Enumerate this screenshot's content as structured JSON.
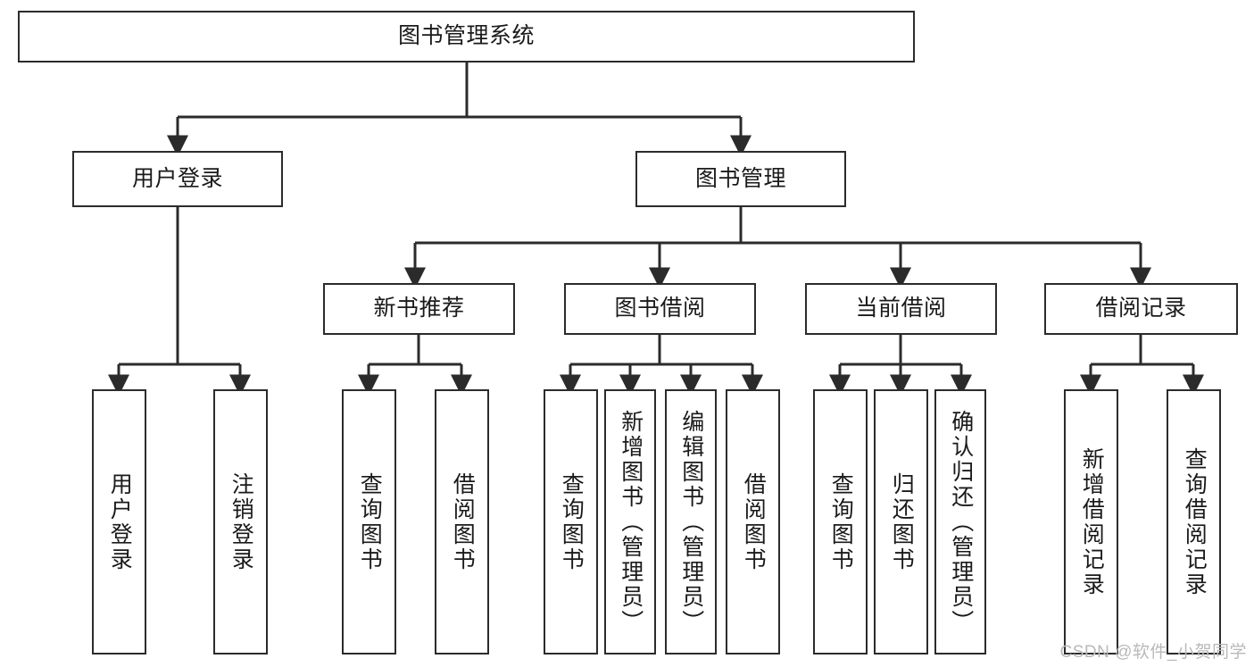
{
  "diagram": {
    "title": "图书管理系统",
    "watermark": "CSDN @软件_小贺同学",
    "line_color": "#2b2b2b",
    "box_fill": "#ffffff",
    "text_color": "#1a1a1a",
    "nodes": {
      "root": {
        "label": "图书管理系统"
      },
      "level2": [
        {
          "id": "user-login",
          "label": "用户登录"
        },
        {
          "id": "book-manage",
          "label": "图书管理"
        }
      ],
      "level3": [
        {
          "id": "new-book-recommend",
          "label": "新书推荐"
        },
        {
          "id": "book-borrow",
          "label": "图书借阅"
        },
        {
          "id": "current-borrow",
          "label": "当前借阅"
        },
        {
          "id": "borrow-record",
          "label": "借阅记录"
        }
      ],
      "leaves": {
        "user-login": [
          {
            "id": "leaf-user-login",
            "label": "用户登录"
          },
          {
            "id": "leaf-user-logout",
            "label": "注销登录"
          }
        ],
        "new-book-recommend": [
          {
            "id": "leaf-query-book-1",
            "label": "查询图书"
          },
          {
            "id": "leaf-borrow-book-1",
            "label": "借阅图书"
          }
        ],
        "book-borrow": [
          {
            "id": "leaf-query-book-2",
            "label": "查询图书"
          },
          {
            "id": "leaf-add-book",
            "label": "新增图书（管理员）"
          },
          {
            "id": "leaf-edit-book",
            "label": "编辑图书（管理员）"
          },
          {
            "id": "leaf-borrow-book-2",
            "label": "借阅图书"
          }
        ],
        "current-borrow": [
          {
            "id": "leaf-query-book-3",
            "label": "查询图书"
          },
          {
            "id": "leaf-return-book",
            "label": "归还图书"
          },
          {
            "id": "leaf-confirm-return",
            "label": "确认归还（管理员）"
          }
        ],
        "borrow-record": [
          {
            "id": "leaf-add-record",
            "label": "新增借阅记录"
          },
          {
            "id": "leaf-query-record",
            "label": "查询借阅记录"
          }
        ]
      }
    }
  }
}
